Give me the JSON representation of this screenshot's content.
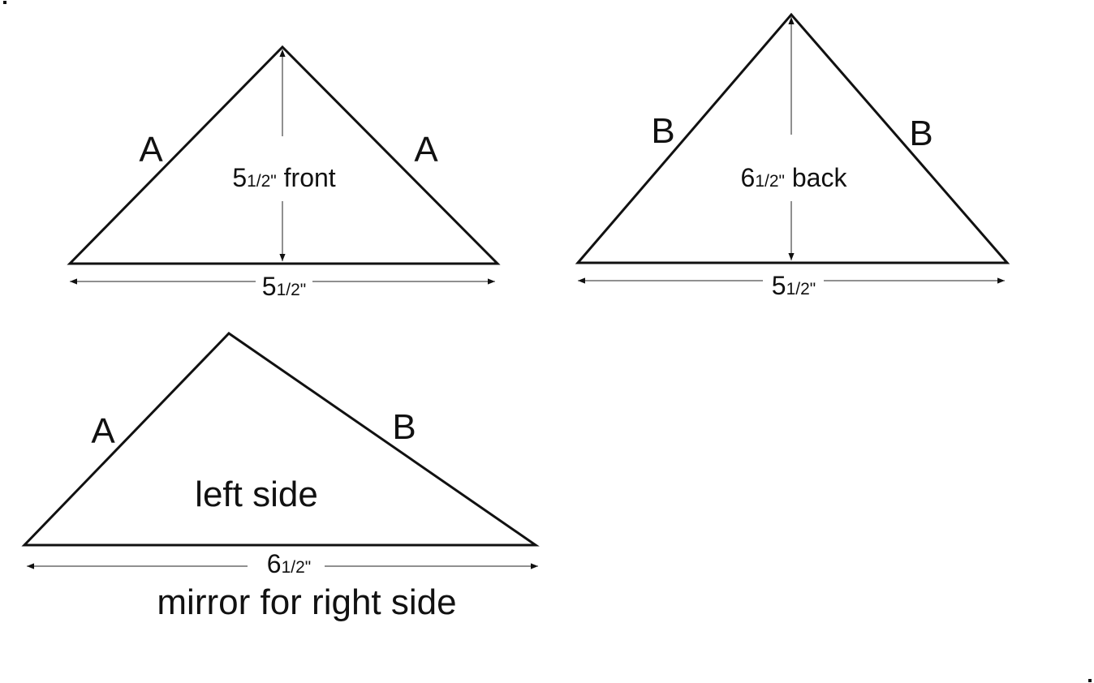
{
  "front": {
    "edge_left": "A",
    "edge_right": "A",
    "height_whole": "5",
    "height_frac": "1/2\"",
    "height_label": " front",
    "base_whole": "5",
    "base_frac": "1/2\""
  },
  "back": {
    "edge_left": "B",
    "edge_right": "B",
    "height_whole": "6",
    "height_frac": "1/2\"",
    "height_label": " back",
    "base_whole": "5",
    "base_frac": "1/2\""
  },
  "side": {
    "edge_left": "A",
    "edge_right": "B",
    "label": "left side",
    "base_whole": "6",
    "base_frac": "1/2\"",
    "note": "mirror for right side"
  },
  "colors": {
    "ink": "#111111",
    "background": "#ffffff"
  }
}
